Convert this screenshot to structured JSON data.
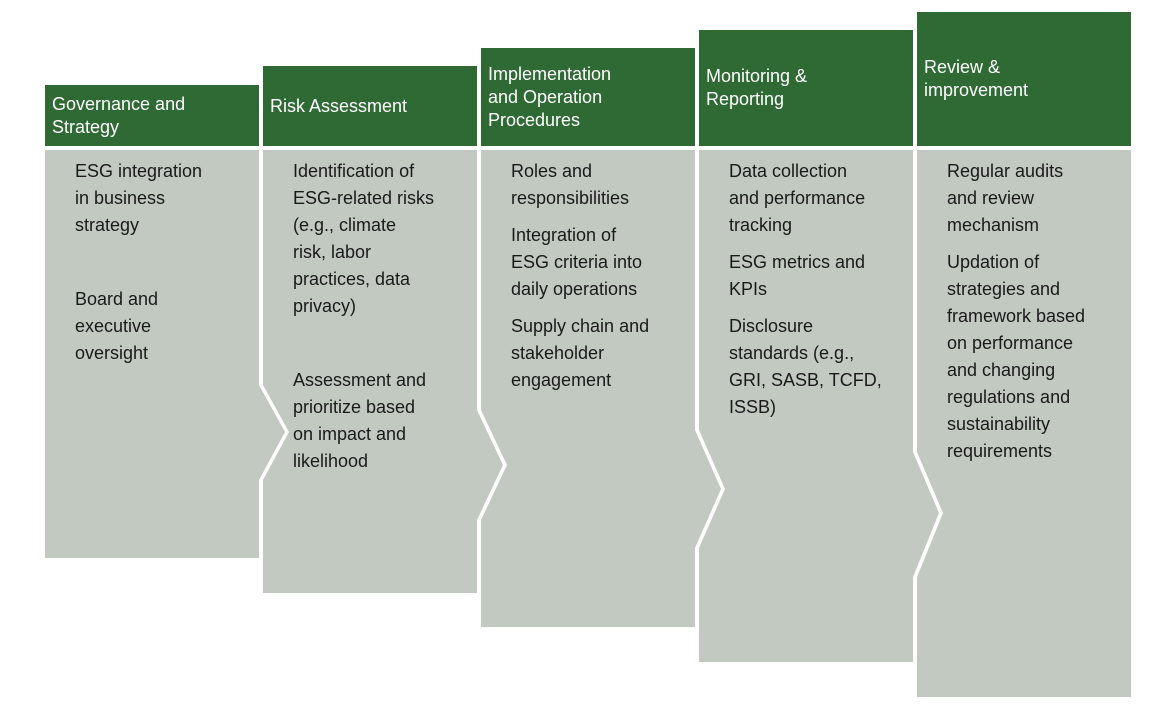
{
  "diagram": {
    "colors": {
      "header_bg": "#2F6A35",
      "header_text": "#FFFFFF",
      "body_bg": "#C1C9C1",
      "body_text": "#1A1A1A"
    },
    "columns": [
      {
        "header": "Governance and\nStrategy",
        "items": [
          "ESG integration\nin business\nstrategy",
          "",
          "Board and\nexecutive\noversight"
        ]
      },
      {
        "header": "Risk Assessment",
        "items": [
          "Identification of\nESG-related risks\n(e.g., climate\nrisk, labor\npractices, data\nprivacy)",
          "",
          "Assessment and\nprioritize based\non impact and\nlikelihood"
        ]
      },
      {
        "header": "Implementation\nand Operation\nProcedures",
        "items": [
          "Roles and\nresponsibilities",
          "Integration of\nESG criteria into\ndaily operations",
          "Supply chain and\nstakeholder\nengagement"
        ]
      },
      {
        "header": "Monitoring &\nReporting",
        "items": [
          "Data collection\nand performance\ntracking",
          "ESG metrics and\nKPIs",
          "Disclosure\nstandards (e.g.,\nGRI, SASB, TCFD,\nISSB)"
        ]
      },
      {
        "header": "Review &\nimprovement",
        "items": [
          "Regular audits\nand review\nmechanism",
          "Updation of\nstrategies and\nframework based\non performance\nand changing\nregulations and\nsustainability\nrequirements"
        ]
      }
    ]
  }
}
